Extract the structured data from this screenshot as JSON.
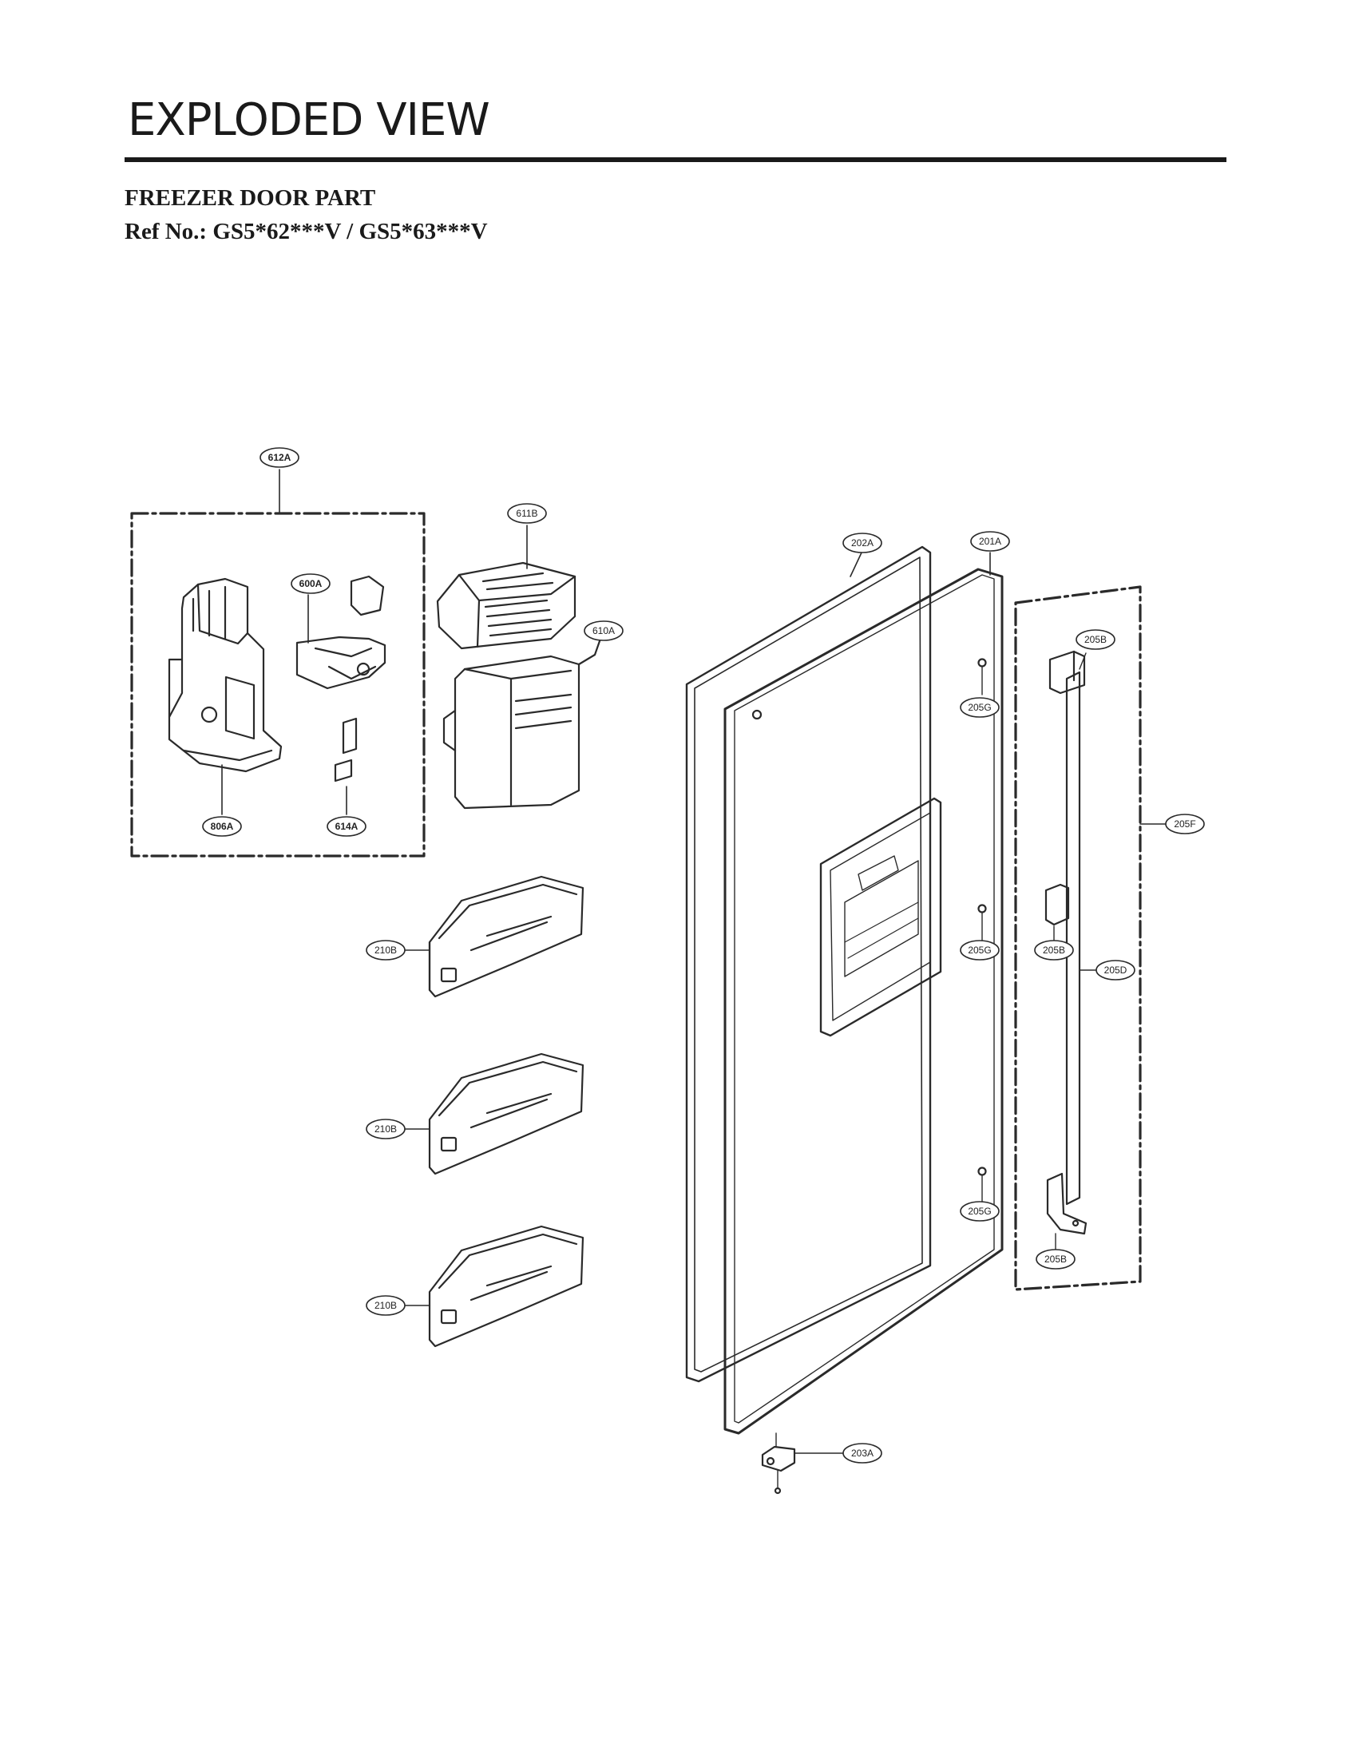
{
  "header": {
    "title": "EXPLODED VIEW",
    "section": "FREEZER DOOR PART",
    "ref_no": "Ref No.: GS5*62***V / GS5*63***V"
  },
  "callouts": {
    "c612A": "612A",
    "c611B": "611B",
    "c600A": "600A",
    "c610A": "610A",
    "c806A": "806A",
    "c614A": "614A",
    "c202A": "202A",
    "c201A": "201A",
    "c205B_top": "205B",
    "c205G_top": "205G",
    "c205F": "205F",
    "c205G_mid": "205G",
    "c205B_mid": "205B",
    "c205D": "205D",
    "c210B_1": "210B",
    "c210B_2": "210B",
    "c210B_3": "210B",
    "c205G_bot": "205G",
    "c205B_bot": "205B",
    "c203A": "203A"
  }
}
